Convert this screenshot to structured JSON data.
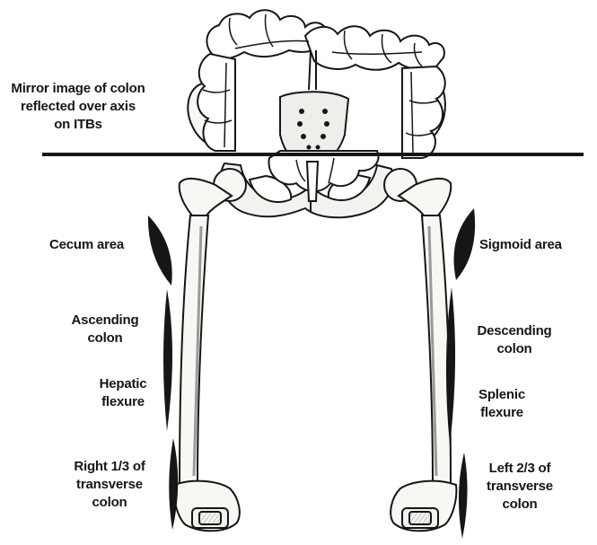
{
  "labels": {
    "mirror_note": "Mirror image of colon\nreflected over axis\non ITBs",
    "cecum": "Cecum area",
    "sigmoid": "Sigmoid area",
    "ascending": "Ascending\ncolon",
    "descending": "Descending\ncolon",
    "hepatic": "Hepatic\nflexure",
    "splenic": "Splenic\nflexure",
    "right_transverse": "Right 1/3 of\ntransverse\ncolon",
    "left_transverse": "Left 2/3 of\ntransverse\ncolon"
  },
  "colors": {
    "ink": "#161616",
    "bone_fill": "#f7f7f4",
    "shade": "#9a9a98"
  },
  "icons": {
    "colon": "colon-illustration",
    "pelvis": "pelvis-illustration",
    "femurs": "femur-illustration",
    "markers": "itb-zone-marker"
  }
}
